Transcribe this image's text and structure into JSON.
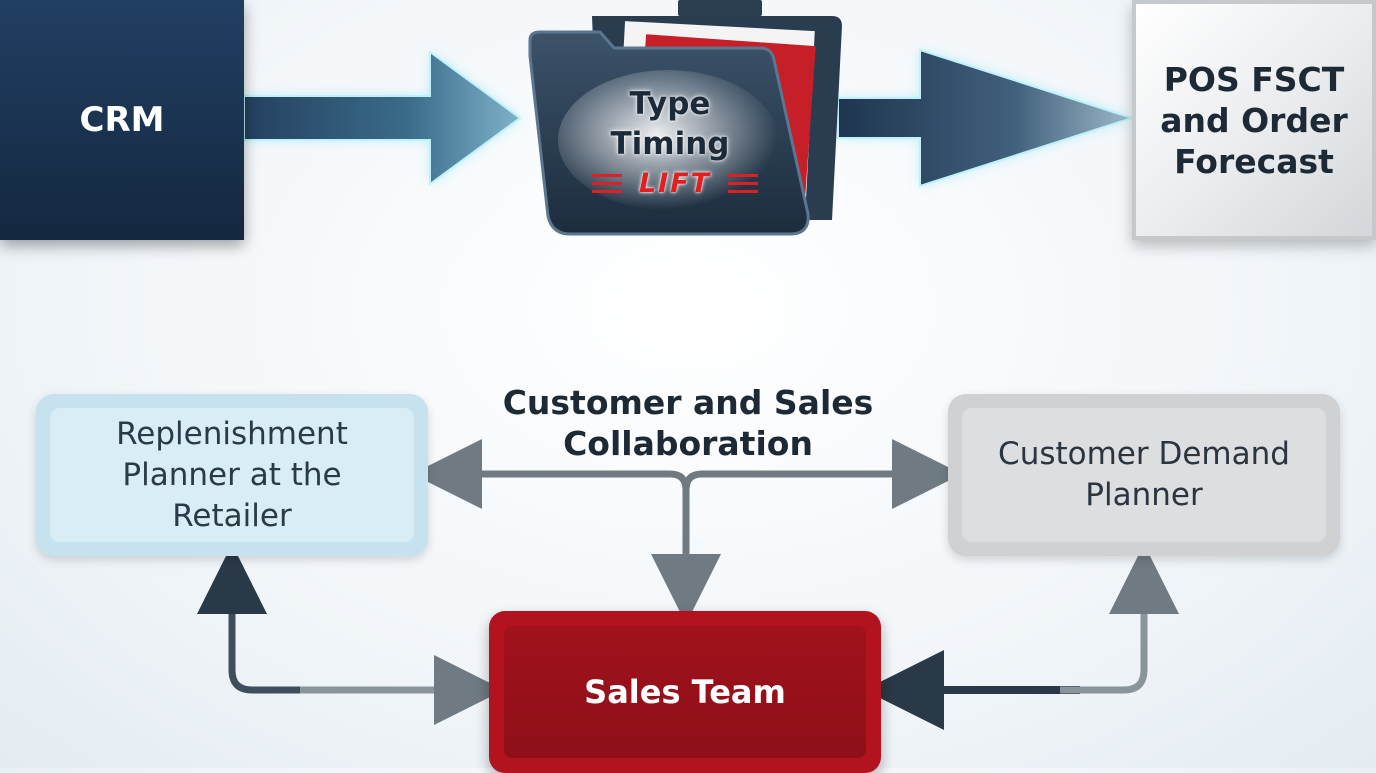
{
  "nodes": {
    "crm": {
      "label": "CRM"
    },
    "folder": {
      "line1": "Type",
      "line2": "Timing",
      "badge": "LIFT"
    },
    "pos": {
      "line1": "POS FSCT",
      "line2": "and Order",
      "line3": "Forecast"
    },
    "collaboration": {
      "line1": "Customer and Sales",
      "line2": "Collaboration"
    },
    "replenishment": {
      "line1": "Replenishment",
      "line2": "Planner at the",
      "line3": "Retailer"
    },
    "customer_demand": {
      "line1": "Customer Demand",
      "line2": "Planner"
    },
    "sales_team": {
      "label": "Sales Team"
    }
  },
  "colors": {
    "crm": "#1b3553",
    "sales": "#a0121c",
    "replenishment": "#d9edf7",
    "customer_demand": "#dcdedf",
    "arrow_dark": "#1e3248",
    "connector": "#6f7a82",
    "lift": "#e02020"
  }
}
